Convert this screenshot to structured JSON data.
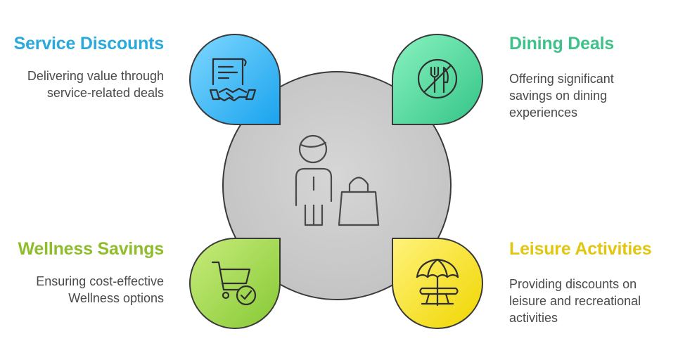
{
  "quadrants": {
    "top_left": {
      "title": "Service Discounts",
      "lines": [
        "Delivering value through",
        "service-related deals"
      ],
      "color": "#29a9dc",
      "icon": "contract-handshake-icon"
    },
    "top_right": {
      "title": "Dining Deals",
      "lines": [
        "Offering significant",
        "savings on dining",
        "experiences"
      ],
      "color": "#3fc18a",
      "icon": "no-dining-icon"
    },
    "bottom_left": {
      "title": "Wellness Savings",
      "lines": [
        "Ensuring cost-effective",
        "Wellness options"
      ],
      "color": "#8fbd2c",
      "icon": "cart-check-icon"
    },
    "bottom_right": {
      "title": "Leisure Activities",
      "lines": [
        "Providing discounts on",
        "leisure and recreational",
        "activities"
      ],
      "color": "#e2c712",
      "icon": "beach-umbrella-icon"
    }
  },
  "center": {
    "icon": "shopper-with-bag-icon"
  }
}
